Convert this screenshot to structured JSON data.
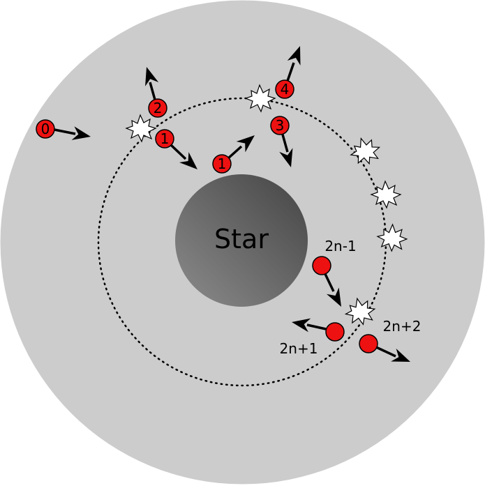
{
  "diagram": {
    "star_label": "Star",
    "particle_labels": {
      "p0": "0",
      "p1a": "1",
      "p1b": "1",
      "p2": "2",
      "p3": "3",
      "p4": "4"
    },
    "labels": {
      "l_2n_minus_1": "2n-1",
      "l_2n_plus_1": "2n+1",
      "l_2n_plus_2": "2n+2"
    },
    "colors": {
      "disk": "#cccccc",
      "particle": "#ee1111",
      "star_dark": "#4a4a4a",
      "star_light": "#8a8a8a",
      "arrow": "#000000",
      "collision": "#ffffff"
    }
  }
}
